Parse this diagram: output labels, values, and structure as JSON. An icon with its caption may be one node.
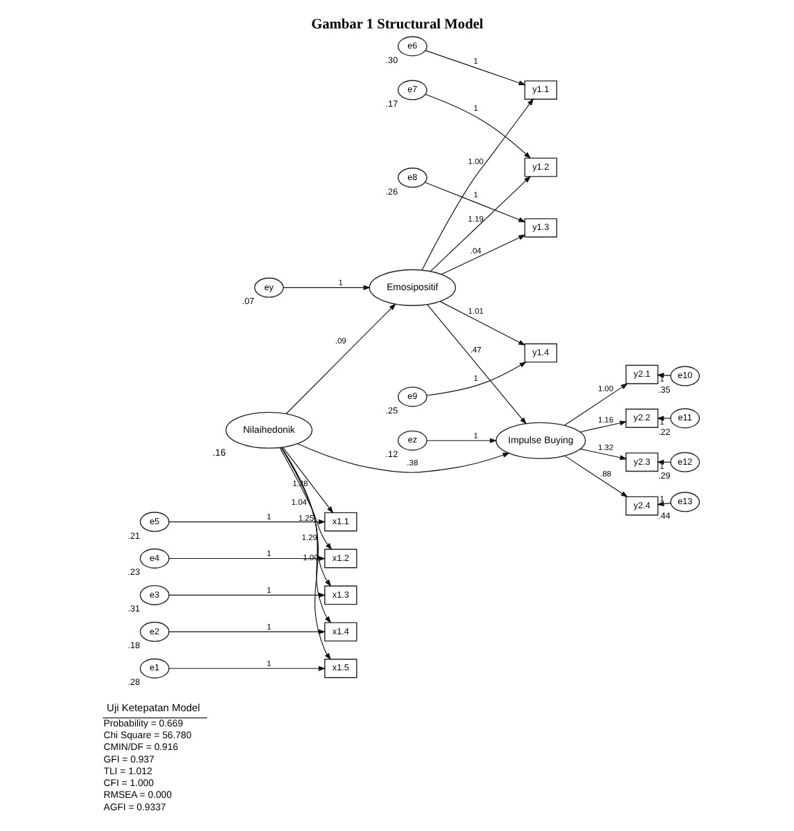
{
  "diagram": {
    "title": "Gambar 1 Structural Model",
    "nodes": [
      {
        "text": [
          "e6"
        ],
        "beside": [
          ".30"
        ]
      },
      {
        "text": [
          "e7"
        ],
        "beside": [
          ".17"
        ]
      },
      {
        "text": [
          "e8"
        ],
        "beside": [
          ".26"
        ]
      },
      {
        "text": [
          "e9"
        ],
        "beside": [
          ".25"
        ]
      },
      {
        "text": [
          "y1.1"
        ]
      },
      {
        "text": [
          "y1.2"
        ]
      },
      {
        "text": [
          "y1.3"
        ]
      },
      {
        "text": [
          "y1.4"
        ]
      },
      {
        "text": [
          "ey"
        ],
        "beside": [
          ".07"
        ]
      },
      {
        "text": [
          "Emosipositif"
        ]
      },
      {
        "text": [
          "ez"
        ],
        "beside": [
          ".12"
        ]
      },
      {
        "text": [
          "e5"
        ],
        "beside": [
          ".21"
        ]
      },
      {
        "text": [
          "x1.1"
        ]
      },
      {
        "text": [
          "e4"
        ],
        "beside": [
          ".23"
        ]
      },
      {
        "text": [
          "x1.2"
        ]
      },
      {
        "text": [
          "e3"
        ],
        "beside": [
          ".31"
        ]
      },
      {
        "text": [
          "x1.3"
        ]
      },
      {
        "text": [
          "Nilaihedonik"
        ],
        "beside": [
          ".16"
        ]
      },
      {
        "text": [
          "Impulse Buying"
        ]
      },
      {
        "text": [
          "e2"
        ],
        "beside": [
          ".18"
        ]
      },
      {
        "text": [
          "x1.4"
        ]
      },
      {
        "text": [
          "e1"
        ],
        "beside": [
          ".28"
        ]
      },
      {
        "text": [
          "x1.5"
        ]
      },
      {
        "text": [
          "y2.1"
        ]
      },
      {
        "text": [
          "e10"
        ],
        "beside": [
          ".35"
        ]
      },
      {
        "text": [
          "y2.2"
        ]
      },
      {
        "text": [
          "e11"
        ],
        "beside": [
          ".22"
        ]
      },
      {
        "text": [
          "y2.3"
        ]
      },
      {
        "text": [
          "e12"
        ],
        "beside": [
          ".29"
        ]
      },
      {
        "text": [
          "y2.4"
        ]
      },
      {
        "text": [
          "e13"
        ],
        "beside": [
          ".44"
        ]
      }
    ],
    "edges": [
      {
        "from": 0,
        "to": 4,
        "arrow": "to",
        "label": "1"
      },
      {
        "from": 1,
        "to": 5,
        "arrow": "to",
        "label": "1"
      },
      {
        "from": 2,
        "to": 6,
        "arrow": "to",
        "label": "1"
      },
      {
        "from": 3,
        "to": 7,
        "arrow": "to",
        "label": "1"
      },
      {
        "from": 9,
        "to": 4,
        "arrow": "to",
        "label": "1.00"
      },
      {
        "from": 9,
        "to": 5,
        "arrow": "to",
        "label": "1.19"
      },
      {
        "from": 9,
        "to": 6,
        "arrow": "to",
        "label": ".04"
      },
      {
        "from": 9,
        "to": 7,
        "arrow": "to",
        "label": "1.01"
      },
      {
        "from": 8,
        "to": 9,
        "arrow": "to",
        "label": "1"
      },
      {
        "from": 11,
        "to": 12,
        "arrow": "to",
        "label": "1"
      },
      {
        "from": 13,
        "to": 14,
        "arrow": "to",
        "label": "1"
      },
      {
        "from": 15,
        "to": 16,
        "arrow": "to",
        "label": "1"
      },
      {
        "from": 19,
        "to": 20,
        "arrow": "to",
        "label": "1"
      },
      {
        "from": 21,
        "to": 22,
        "arrow": "to",
        "label": "1"
      },
      {
        "from": 17,
        "to": 12,
        "arrow": "to",
        "label": "1.28"
      },
      {
        "from": 17,
        "to": 14,
        "arrow": "to",
        "label": "1.04"
      },
      {
        "from": 17,
        "to": 16,
        "arrow": "to",
        "label": "1.25"
      },
      {
        "from": 17,
        "to": 20,
        "arrow": "to",
        "label": "1.29"
      },
      {
        "from": 17,
        "to": 22,
        "arrow": "to",
        "label": "1.00"
      },
      {
        "from": 17,
        "to": 9,
        "arrow": "to",
        "label": ".09"
      },
      {
        "from": 17,
        "to": 18,
        "arrow": "to",
        "label": ".38"
      },
      {
        "from": 9,
        "to": 18,
        "arrow": "to",
        "label": ".47"
      },
      {
        "from": 10,
        "to": 18,
        "arrow": "to",
        "label": "1"
      },
      {
        "from": 18,
        "to": 23,
        "arrow": "to",
        "label": "1.00"
      },
      {
        "from": 18,
        "to": 25,
        "arrow": "to",
        "label": "1.16"
      },
      {
        "from": 18,
        "to": 27,
        "arrow": "to",
        "label": "1.32"
      },
      {
        "from": 18,
        "to": 29,
        "arrow": "to",
        "label": ".88"
      },
      {
        "from": 24,
        "to": 23,
        "arrow": "to",
        "label": "1"
      },
      {
        "from": 26,
        "to": 25,
        "arrow": "to",
        "label": "1"
      },
      {
        "from": 28,
        "to": 27,
        "arrow": "to",
        "label": "1"
      },
      {
        "from": 30,
        "to": 29,
        "arrow": "to",
        "label": "1"
      }
    ],
    "labels": [
      "Uji Ketepatan Model",
      "Probability = 0.669",
      "Chi Square = 56.780",
      "CMIN/DF = 0.916",
      "GFI = 0.937",
      "TLI = 1.012",
      "CFI = 1.000",
      "RMSEA = 0.000",
      "AGFI = 0.9337"
    ]
  }
}
